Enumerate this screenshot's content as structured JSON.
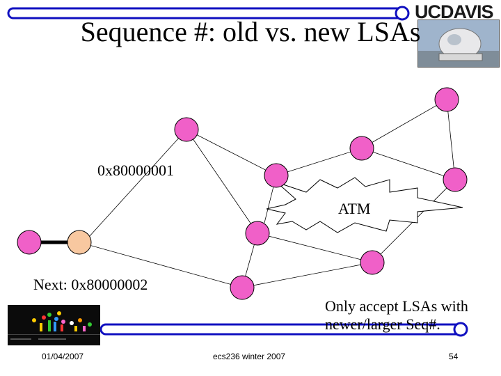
{
  "slide": {
    "title": "Sequence #: old vs. new LSAs",
    "logo_text": "UCDAVIS",
    "seq_old": "0x80000001",
    "atm_label": "ATM",
    "seq_next": "Next: 0x80000002",
    "note_line1": "Only accept LSAs with",
    "note_line2": "newer/larger Seq#."
  },
  "footer": {
    "date": "01/04/2007",
    "course": "ecs236 winter 2007",
    "page": "54"
  },
  "colors": {
    "node": "#f060c8",
    "node_highlight": "#f8c8a0",
    "bar_fill": "#ffffff",
    "bar_border": "#1010c0",
    "title_text": "#000000"
  }
}
